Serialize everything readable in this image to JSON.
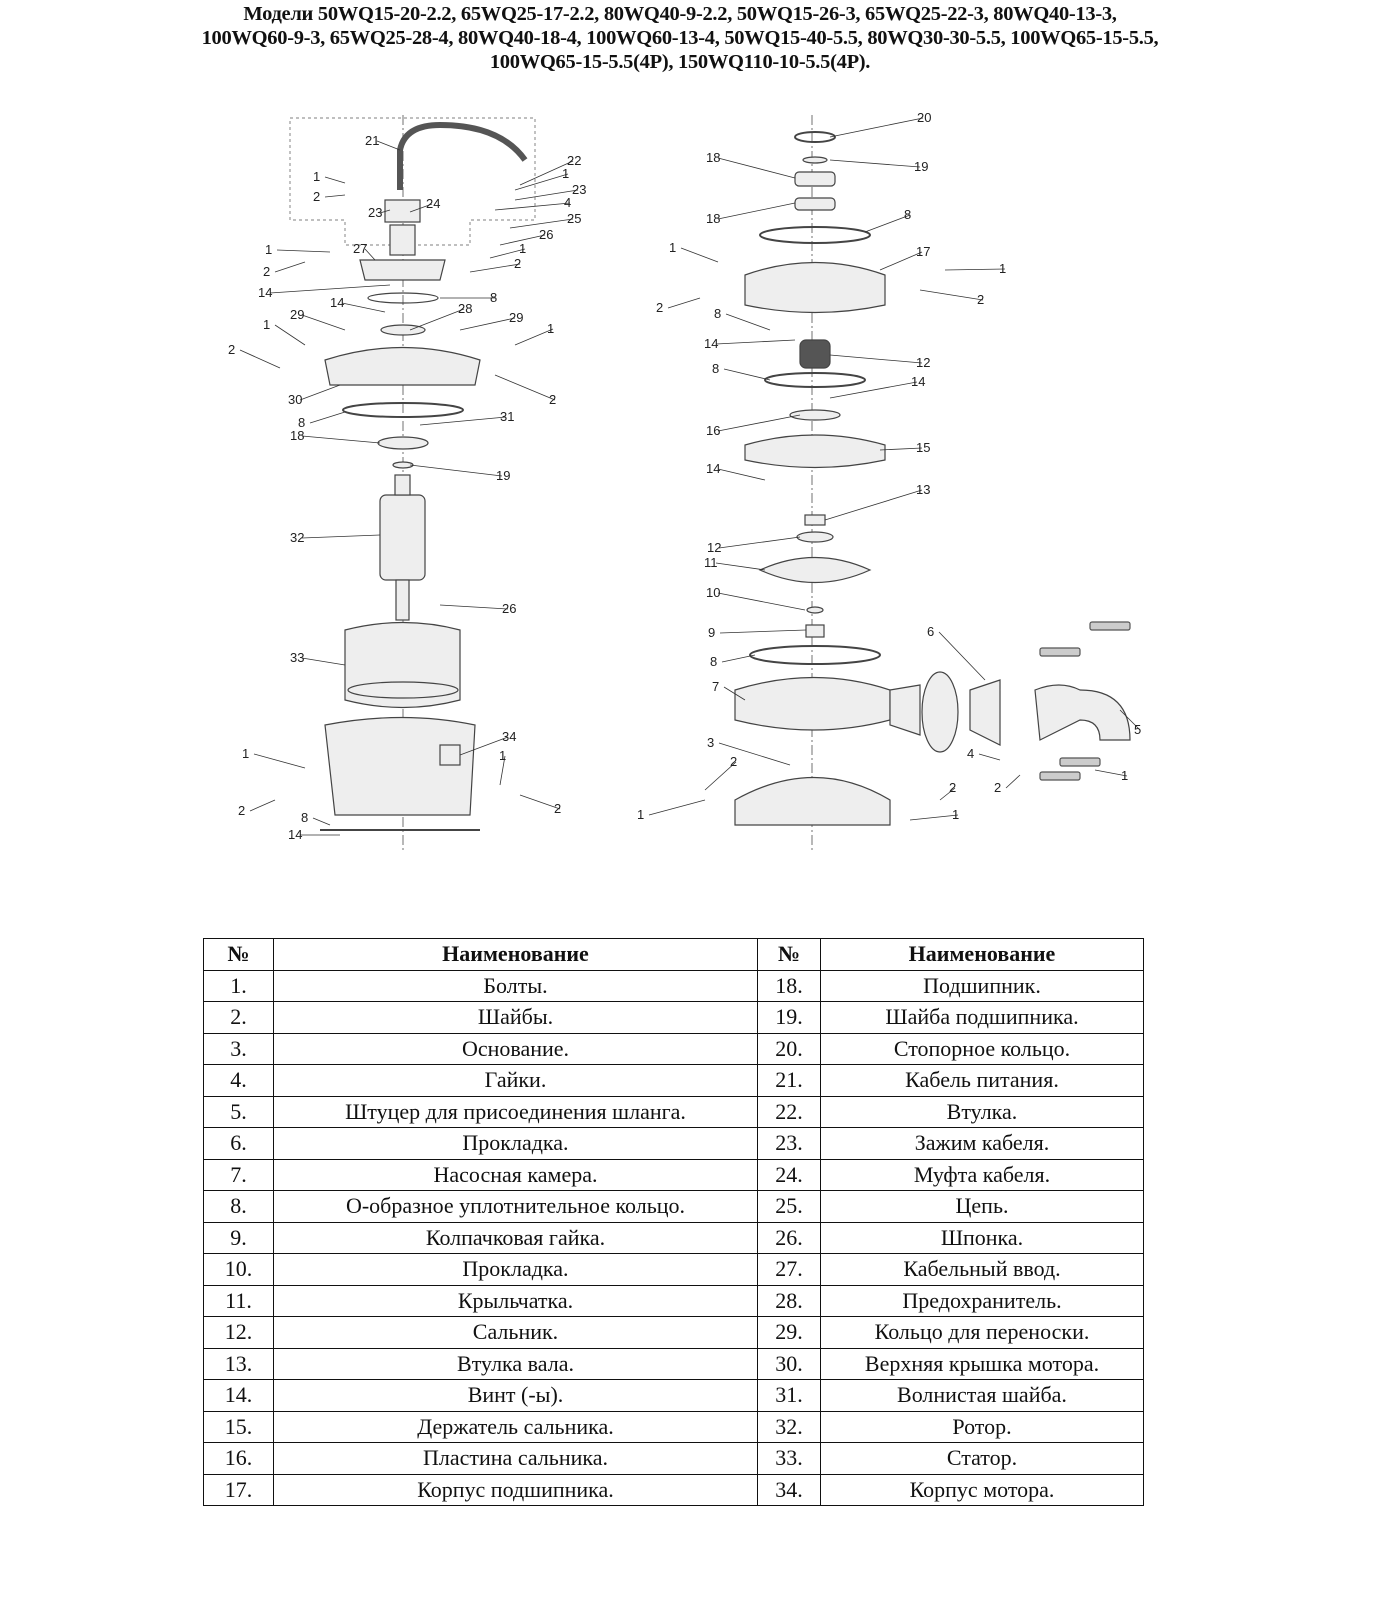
{
  "title": "Модели 50WQ15-20-2.2, 65WQ25-17-2.2, 80WQ40-9-2.2, 50WQ15-26-3, 65WQ25-22-3, 80WQ40-13-3, 100WQ60-9-3, 65WQ25-28-4, 80WQ40-18-4, 100WQ60-13-4, 50WQ15-40-5.5, 80WQ30-30-5.5, 100WQ65-15-5.5, 100WQ65-15-5.5(4P), 150WQ110-10-5.5(4P).",
  "diagram": {
    "left_callouts": [
      "21",
      "22",
      "1",
      "1",
      "23",
      "4",
      "2",
      "23",
      "24",
      "25",
      "26",
      "1",
      "27",
      "1",
      "2",
      "2",
      "14",
      "8",
      "14",
      "28",
      "29",
      "29",
      "1",
      "1",
      "2",
      "30",
      "2",
      "31",
      "8",
      "18",
      "19",
      "32",
      "26",
      "33",
      "34",
      "1",
      "1",
      "2",
      "2",
      "8",
      "14"
    ],
    "right_callouts": [
      "20",
      "19",
      "18",
      "18",
      "8",
      "17",
      "1",
      "1",
      "2",
      "2",
      "8",
      "14",
      "12",
      "8",
      "14",
      "16",
      "15",
      "14",
      "13",
      "12",
      "11",
      "10",
      "9",
      "8",
      "6",
      "7",
      "5",
      "4",
      "3",
      "2",
      "2",
      "2",
      "1",
      "1",
      "1"
    ]
  },
  "table": {
    "headers": [
      "№",
      "Наименование",
      "№",
      "Наименование"
    ],
    "rows": [
      [
        "1.",
        "Болты.",
        "18.",
        "Подшипник."
      ],
      [
        "2.",
        "Шайбы.",
        "19.",
        "Шайба подшипника."
      ],
      [
        "3.",
        "Основание.",
        "20.",
        "Стопорное кольцо."
      ],
      [
        "4.",
        "Гайки.",
        "21.",
        "Кабель питания."
      ],
      [
        "5.",
        "Штуцер для присоединения шланга.",
        "22.",
        "Втулка."
      ],
      [
        "6.",
        "Прокладка.",
        "23.",
        "Зажим кабеля."
      ],
      [
        "7.",
        "Насосная камера.",
        "24.",
        "Муфта кабеля."
      ],
      [
        "8.",
        "О-образное уплотнительное кольцо.",
        "25.",
        "Цепь."
      ],
      [
        "9.",
        "Колпачковая гайка.",
        "26.",
        "Шпонка."
      ],
      [
        "10.",
        "Прокладка.",
        "27.",
        "Кабельный ввод."
      ],
      [
        "11.",
        "Крыльчатка.",
        "28.",
        "Предохранитель."
      ],
      [
        "12.",
        "Сальник.",
        "29.",
        "Кольцо для переноски."
      ],
      [
        "13.",
        "Втулка вала.",
        "30.",
        "Верхняя крышка мотора."
      ],
      [
        "14.",
        "Винт (-ы).",
        "31.",
        "Волнистая шайба."
      ],
      [
        "15.",
        "Держатель сальника.",
        "32.",
        "Ротор."
      ],
      [
        "16.",
        "Пластина сальника.",
        "33.",
        "Статор."
      ],
      [
        "17.",
        "Корпус подшипника.",
        "34.",
        "Корпус мотора."
      ]
    ]
  }
}
